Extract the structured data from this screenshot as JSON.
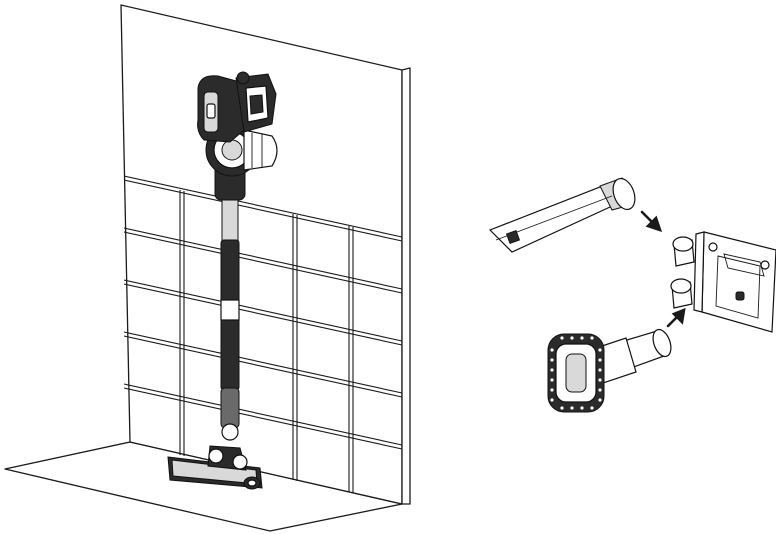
{
  "figure": {
    "items": [
      {
        "id": "wall",
        "icon": "tiled-wall-corner"
      },
      {
        "id": "vacuum",
        "icon": "stick-vacuum-on-wall-mount"
      },
      {
        "id": "crevice-tool",
        "icon": "crevice-tool"
      },
      {
        "id": "wall-bracket",
        "icon": "wall-mount-bracket"
      },
      {
        "id": "brush-tool",
        "icon": "dusting-brush-tool"
      },
      {
        "id": "arrows",
        "icon": "insert-direction-arrows"
      }
    ],
    "colors": {
      "line": "#1a1a1a",
      "dark_part": "#2b2b2b",
      "light_part": "#d9d9d9",
      "background": "#ffffff"
    }
  }
}
